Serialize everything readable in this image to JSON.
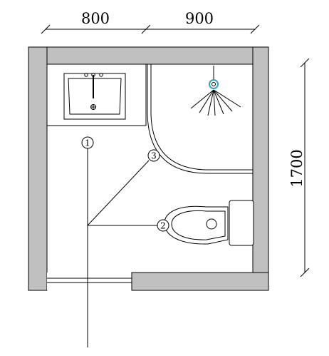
{
  "dimensions": {
    "top_left": "800",
    "top_right": "900",
    "right": "1700"
  },
  "callouts": [
    {
      "id": "1"
    },
    {
      "id": "2"
    },
    {
      "id": "3"
    }
  ],
  "colors": {
    "wall": "#c0c0c0",
    "line": "#000000",
    "shower_head_accent": "#2aa7b8"
  },
  "fixtures": [
    "washbasin",
    "shower-area",
    "toilet",
    "door"
  ]
}
